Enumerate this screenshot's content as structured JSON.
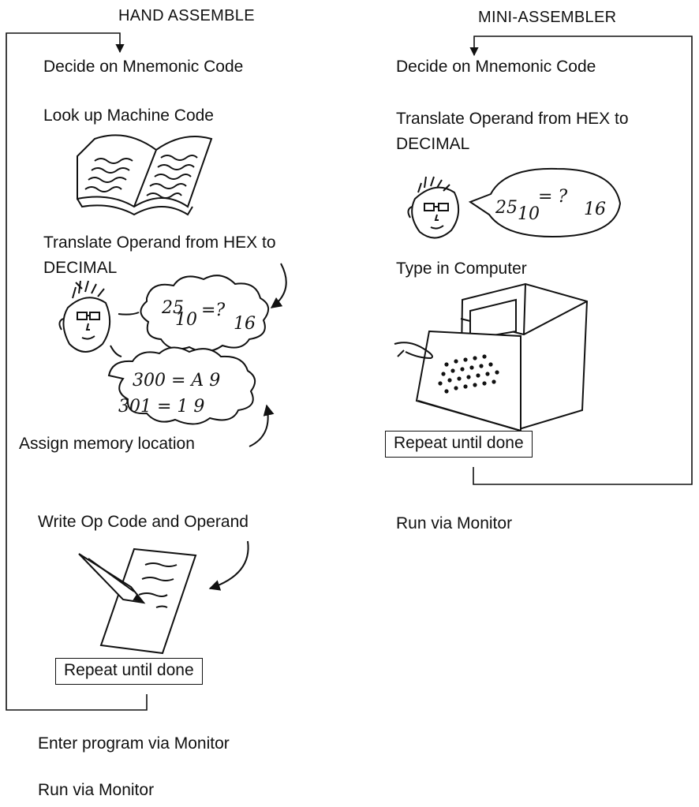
{
  "hand_assemble": {
    "header": "HAND ASSEMBLE",
    "step_decide": "Decide on Mnemonic Code",
    "step_lookup": "Look up Machine Code",
    "step_translate": "Translate Operand from HEX to DECIMAL",
    "thought_equation": {
      "base": "25",
      "sub_left": "10",
      "sign": "=?",
      "sub_right": "16"
    },
    "memory_cloud": {
      "line1": "300 = A 9",
      "line2": "301 = 1 9"
    },
    "step_assign": "Assign memory location",
    "step_write": "Write Op Code and Operand",
    "repeat": "Repeat until done",
    "after_enter": "Enter program via Monitor",
    "after_run": "Run via Monitor"
  },
  "mini_assembler": {
    "header": "MINI-ASSEMBLER",
    "step_decide": "Decide on Mnemonic Code",
    "step_translate": "Translate Operand from HEX to DECIMAL",
    "thought_equation": {
      "base": "25",
      "sub_left": "10",
      "sign": "= ?",
      "sub_right": "16"
    },
    "step_type": "Type in Computer",
    "repeat": "Repeat until done",
    "after_run": "Run via Monitor"
  },
  "icons": [
    "book-icon",
    "person-icon",
    "thought-cloud-icon",
    "memory-cloud-icon",
    "pen-paper-icon",
    "computer-terminal-icon",
    "curved-arrow-icon",
    "hand-icon"
  ]
}
